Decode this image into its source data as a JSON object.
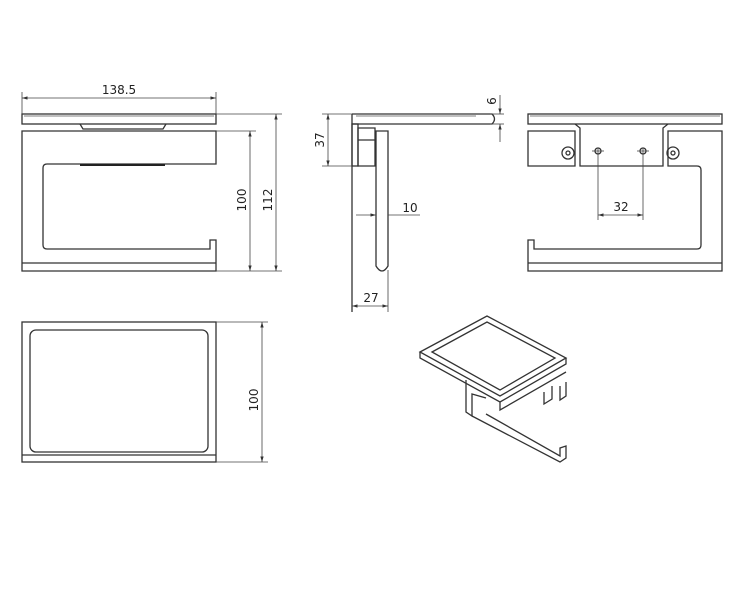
{
  "drawing": {
    "front_view": {
      "width_dim": "138.5",
      "body_height_dim": "100",
      "total_height_dim": "112"
    },
    "side_view": {
      "bracket_height_dim": "37",
      "arm_width_dim": "10",
      "depth_dim": "27",
      "shelf_thickness_dim": "6"
    },
    "back_view": {
      "hole_spacing_dim": "32"
    },
    "top_view": {
      "depth_dim": "100"
    }
  }
}
